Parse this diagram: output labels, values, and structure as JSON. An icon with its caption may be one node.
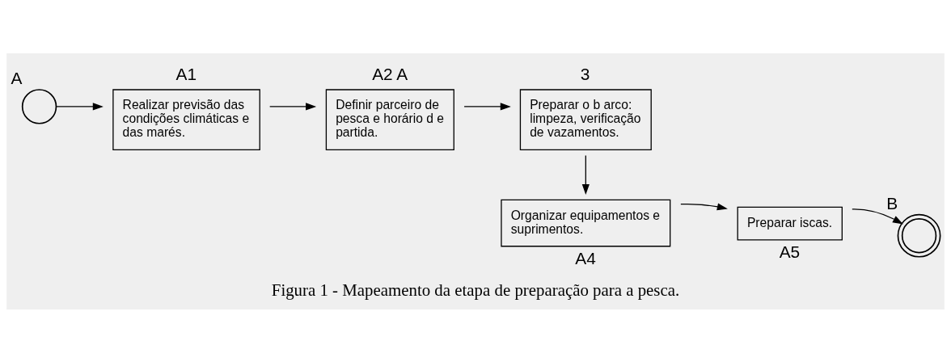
{
  "diagram": {
    "caption": "Figura 1 - Mapeamento da etapa de preparação para a pesca.",
    "nodes": [
      {
        "text": [],
        "shape": "circle",
        "beside": [
          "A"
        ]
      },
      {
        "text": [
          "Realizar previsão das condições climáticas e das marés."
        ],
        "beside": [
          "A1"
        ]
      },
      {
        "text": [
          "Definir parceiro de pesca e horário d e partida."
        ],
        "beside": [
          "A2 A"
        ]
      },
      {
        "text": [
          "Preparar o b arco: limpeza, verificação de vazamentos."
        ],
        "beside": [
          "3"
        ]
      },
      {
        "text": [
          "Organizar equipamentos e suprimentos."
        ],
        "beside": [
          "A4"
        ]
      },
      {
        "text": [
          "Preparar iscas."
        ],
        "beside": [
          "A5"
        ]
      },
      {
        "text": [],
        "shape": "circle",
        "beside": [
          "B"
        ]
      }
    ],
    "edges": [
      {
        "from": 0,
        "to": 1,
        "arrow": "to"
      },
      {
        "from": 1,
        "to": 2,
        "arrow": "to"
      },
      {
        "from": 2,
        "to": 3,
        "arrow": "to"
      },
      {
        "from": 3,
        "to": 4,
        "arrow": "to"
      },
      {
        "from": 4,
        "to": 5,
        "arrow": "to"
      },
      {
        "from": 5,
        "to": 6,
        "arrow": "to"
      }
    ]
  }
}
